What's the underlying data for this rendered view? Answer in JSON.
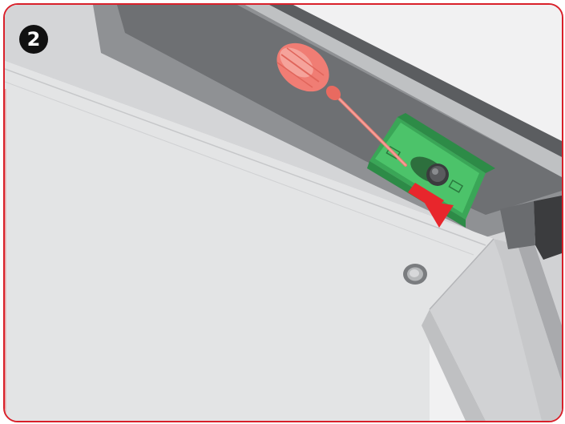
{
  "step": {
    "number": "2"
  },
  "colors": {
    "frame_border": "#d9202a",
    "bracket": "#4cc36a",
    "screwdriver": "#f07d74",
    "arrow": "#e8262c",
    "panel": "#e6e7e8",
    "rail": "#9a9c9f"
  },
  "icons": {
    "step_badge": "step-number-badge",
    "screwdriver": "screwdriver-icon",
    "bracket": "mounting-bracket",
    "arrow": "slide-direction-arrow",
    "plug": "wall-plug-hole"
  }
}
